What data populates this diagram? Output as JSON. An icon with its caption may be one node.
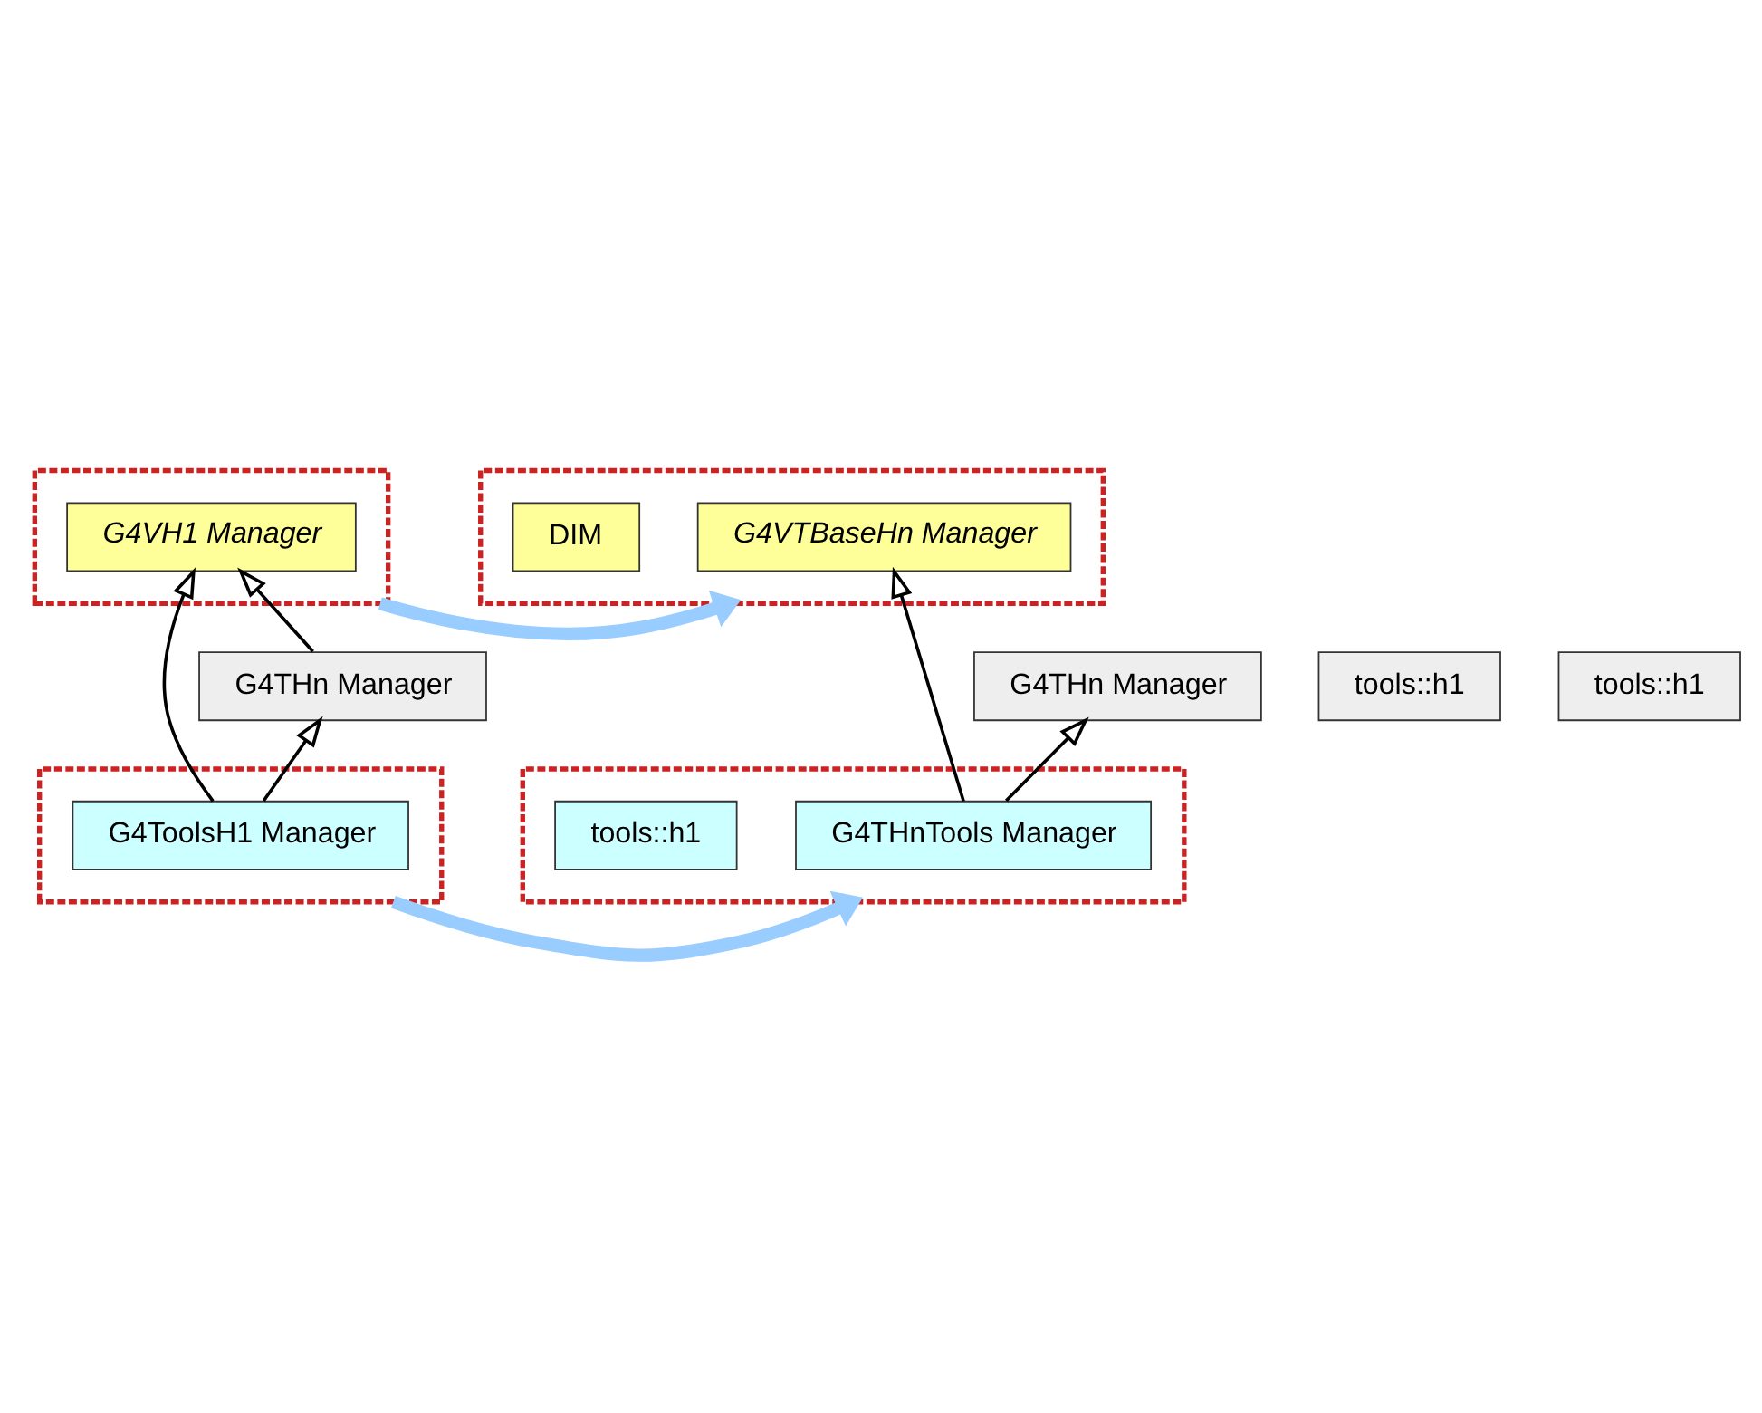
{
  "diagram": {
    "nodes": [
      {
        "text": [],
        "shape": "box"
      },
      {
        "text": [
          "G4VH1 Manager"
        ],
        "in": 0
      },
      {
        "text": [],
        "shape": "box"
      },
      {
        "text": [
          "G4VTBaseHn Manager"
        ],
        "in": 2
      },
      {
        "text": [
          "DIM"
        ],
        "in": 2
      },
      {
        "text": [
          "G4THn Manager"
        ]
      },
      {
        "text": [
          "tools::h1"
        ]
      },
      {
        "text": [
          "G4THn Manager"
        ]
      },
      {
        "text": [
          "tools::h1"
        ]
      },
      {
        "text": [],
        "shape": "box"
      },
      {
        "text": [
          "G4ToolsH1 Manager"
        ],
        "in": 9
      },
      {
        "text": [],
        "shape": "box"
      },
      {
        "text": [
          "G4THnTools Manager"
        ],
        "in": 11
      },
      {
        "text": [
          "tools::h1"
        ],
        "in": 11
      }
    ],
    "edges": [
      {
        "from": 5,
        "to": 1,
        "arrow": "to"
      },
      {
        "from": 10,
        "to": 1,
        "arrow": "to"
      },
      {
        "from": 10,
        "to": 5,
        "arrow": "to"
      },
      {
        "from": 12,
        "to": 3,
        "arrow": "to"
      },
      {
        "from": 12,
        "to": 7,
        "arrow": "to"
      },
      {
        "from": 0,
        "to": 2,
        "arrow": "to",
        "style": "thick",
        "color": "#99ccff"
      },
      {
        "from": 9,
        "to": 11,
        "arrow": "to",
        "style": "thick",
        "color": "#99ccff"
      }
    ]
  }
}
